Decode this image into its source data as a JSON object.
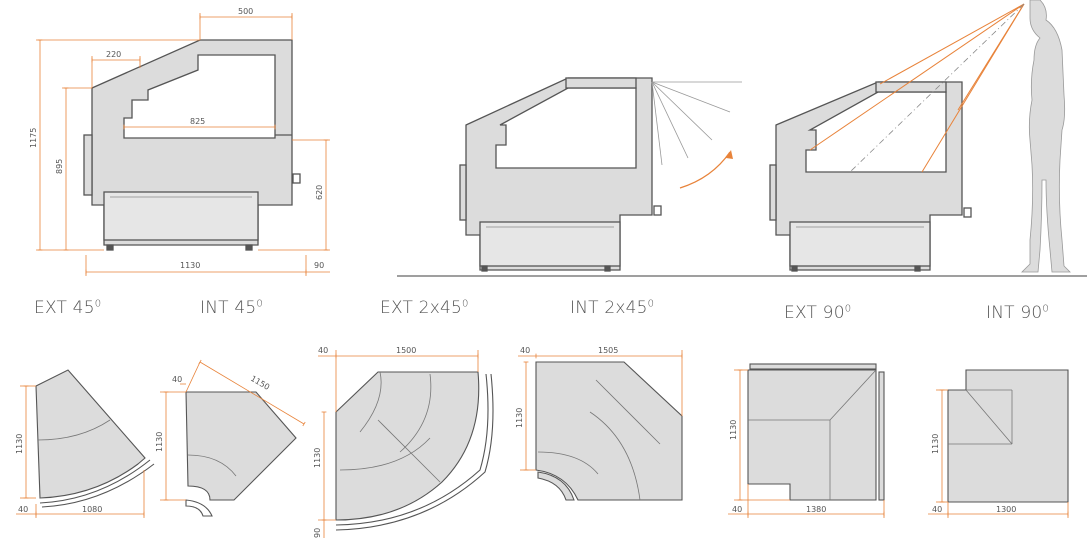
{
  "colors": {
    "dimension": "#e8833a",
    "body_fill": "#dcdcdc",
    "body_stroke": "#555555",
    "sightline": "#e8833a",
    "floor": "#666666"
  },
  "side_view": {
    "dim_top": "500",
    "dim_top_left": "220",
    "dim_inner": "825",
    "dim_height_total": "1175",
    "dim_height_mid": "895",
    "dim_height_right": "620",
    "dim_width": "1130",
    "dim_handle": "90"
  },
  "corner_types": [
    {
      "name": "EXT 45",
      "sup": "0"
    },
    {
      "name": "INT 45",
      "sup": "0"
    },
    {
      "name": "EXT 2x45",
      "sup": "0"
    },
    {
      "name": "INT 2x45",
      "sup": "0"
    },
    {
      "name": "EXT 90",
      "sup": "0"
    },
    {
      "name": "INT 90",
      "sup": "0"
    }
  ],
  "plans": {
    "ext45": {
      "height": "1130",
      "depth": "40",
      "width": "1080"
    },
    "int45": {
      "depth": "40",
      "diag": "1150",
      "height": "1130"
    },
    "ext2x45": {
      "depth": "40",
      "width": "1500",
      "height": "1130",
      "bottom": "90"
    },
    "int2x45": {
      "depth": "40",
      "width": "1505",
      "height": "1130"
    },
    "ext90": {
      "height": "1130",
      "depth": "40",
      "width": "1380"
    },
    "int90": {
      "height": "1130",
      "depth": "40",
      "width": "1300"
    }
  }
}
